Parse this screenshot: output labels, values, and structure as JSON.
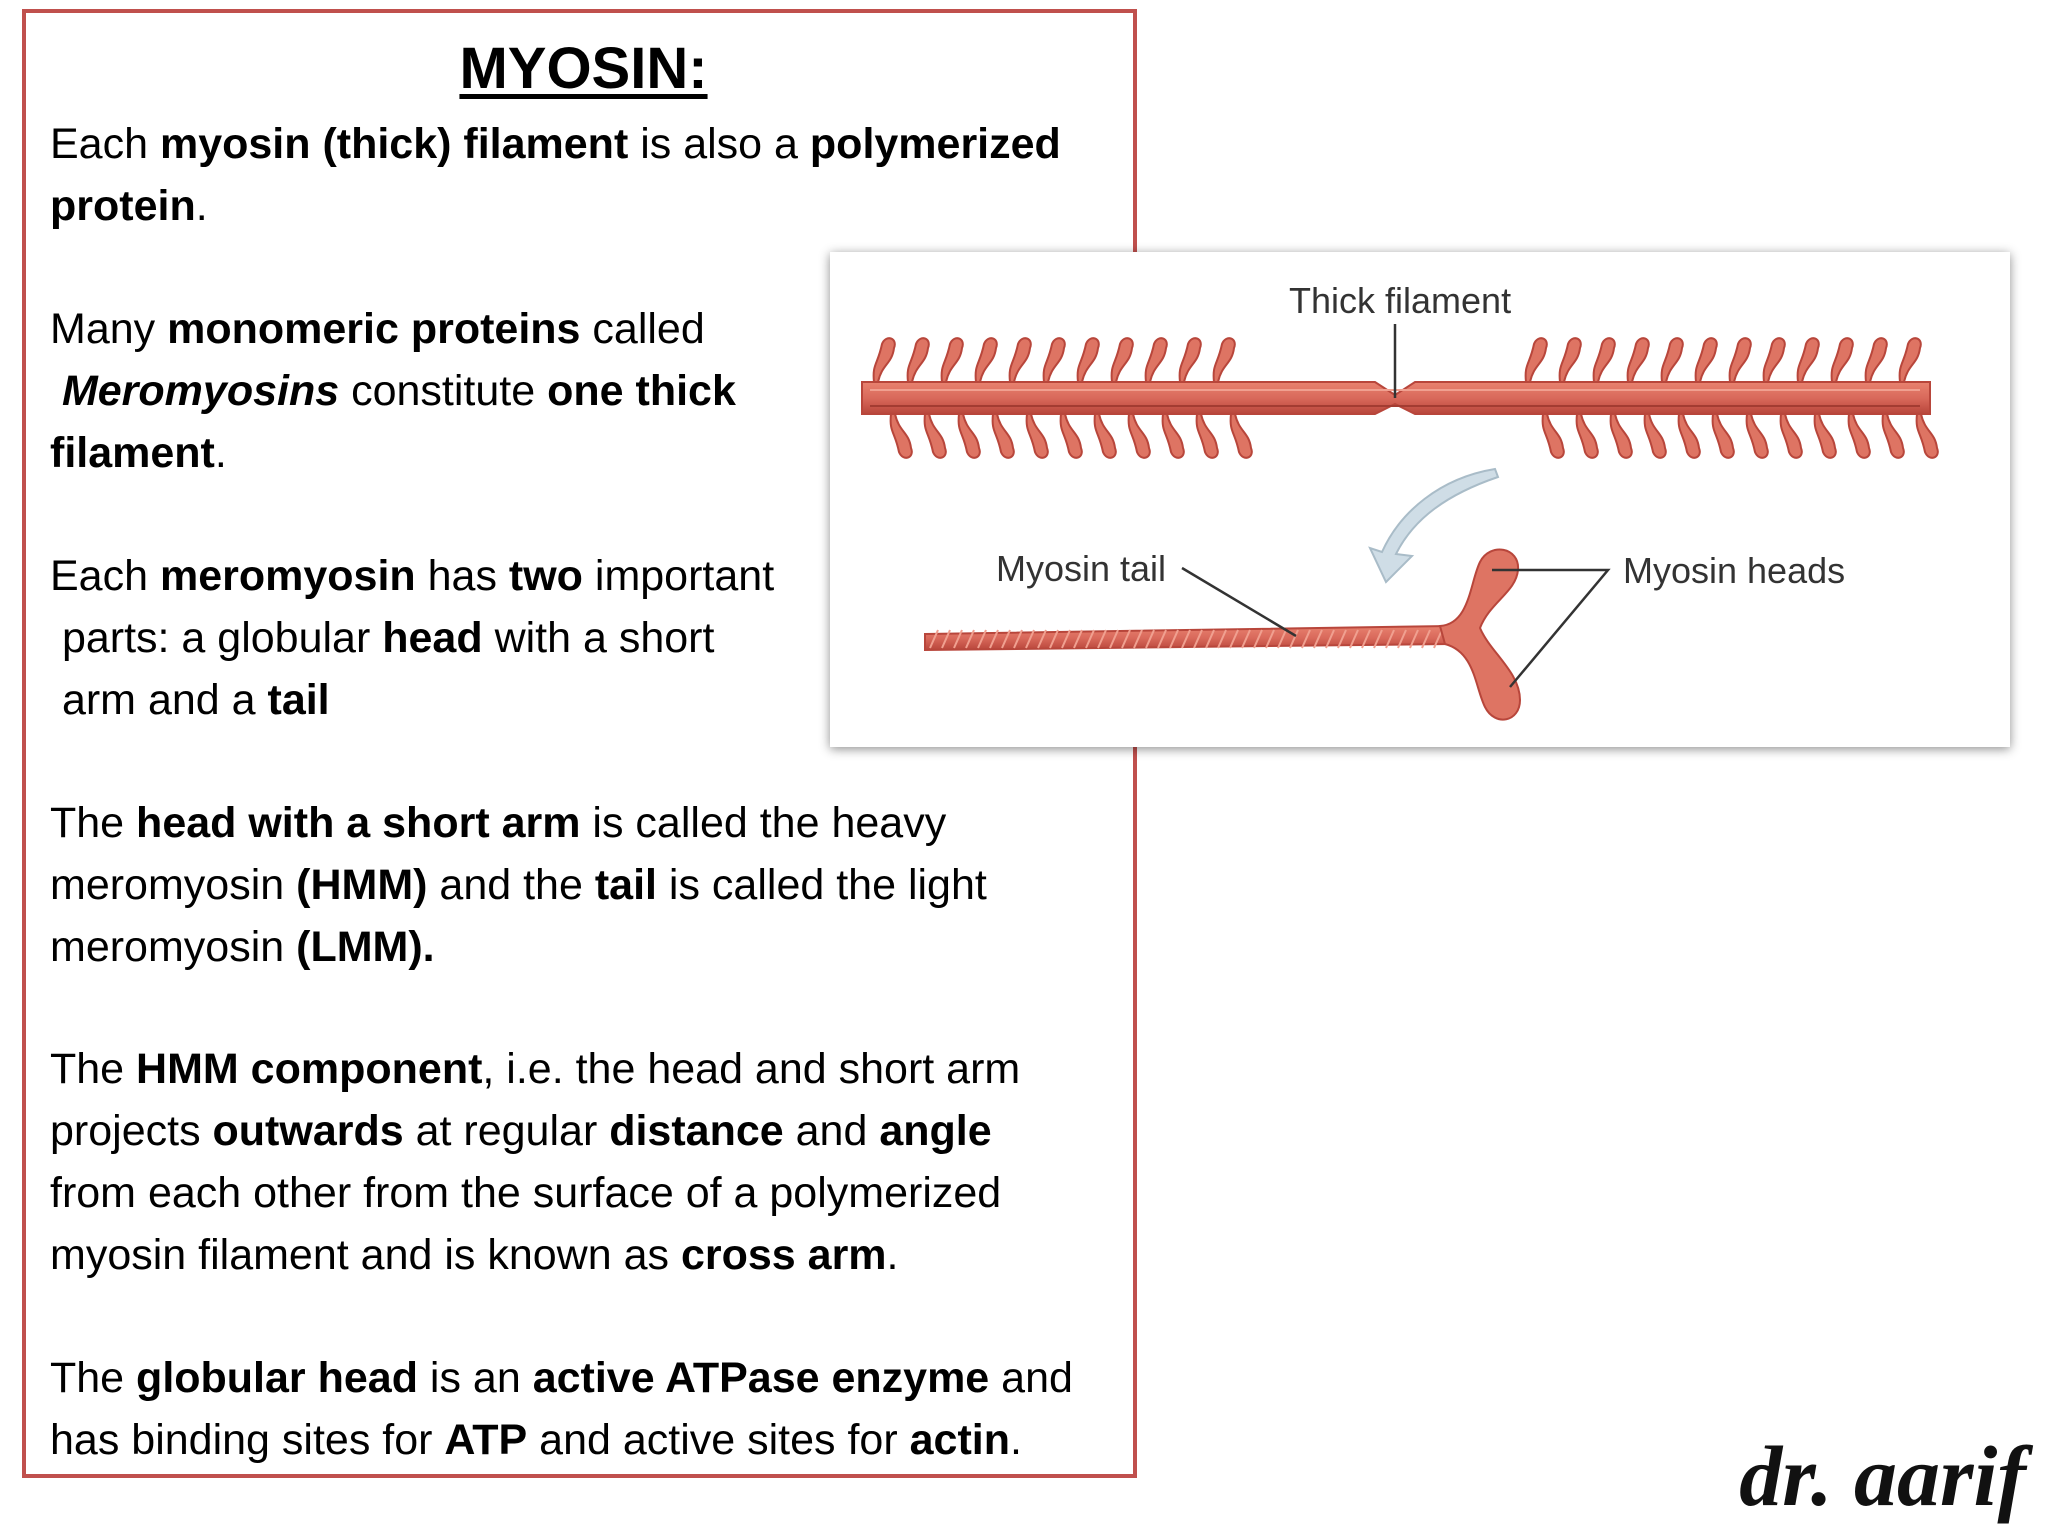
{
  "title": "MYOSIN:",
  "paragraphs": {
    "p1": {
      "l1": {
        "a": "Each ",
        "b": "myosin (thick) filament",
        "c": " is also a ",
        "d": "polymerized"
      },
      "l2": {
        "a": "protein",
        "b": "."
      }
    },
    "p2": {
      "l1": {
        "a": "Many ",
        "b": "monomeric proteins",
        "c": " called"
      },
      "l2": {
        "a": " ",
        "b": "Meromyosins",
        "c": " constitute ",
        "d": "one thick"
      },
      "l3": {
        "a": "filament",
        "b": "."
      }
    },
    "p3": {
      "l1": {
        "a": "Each ",
        "b": "meromyosin",
        "c": " has ",
        "d": "two",
        "e": " important"
      },
      "l2": {
        "a": " parts: a globular ",
        "b": "head",
        "c": " with a short"
      },
      "l3": {
        "a": " arm and a ",
        "b": "tail"
      }
    },
    "p4": {
      "l1": {
        "a": "The ",
        "b": "head with a short arm",
        "c": " is called the heavy"
      },
      "l2": {
        "a": "meromyosin ",
        "b": "(HMM)",
        "c": " and the ",
        "d": "tail",
        "e": " is called the light"
      },
      "l3": {
        "a": "meromyosin ",
        "b": "(LMM)."
      }
    },
    "p5": {
      "l1": {
        "a": "The ",
        "b": "HMM component",
        "c": ", i.e. the head and short arm"
      },
      "l2": {
        "a": "projects ",
        "b": "outwards",
        "c": " at regular ",
        "d": "distance",
        "e": " and ",
        "f": "angle"
      },
      "l3": {
        "a": "from each other from the surface of a polymerized"
      },
      "l4": {
        "a": "myosin filament and is known as ",
        "b": "cross arm",
        "c": "."
      }
    },
    "p6": {
      "l1": {
        "a": "The ",
        "b": "globular head",
        "c": " is an ",
        "d": "active ATPase enzyme",
        "e": " and"
      },
      "l2": {
        "a": "has binding sites for ",
        "b": "ATP",
        "c": " and active sites for ",
        "d": "actin",
        "e": "."
      }
    }
  },
  "figure": {
    "label_thick_filament": "Thick filament",
    "label_myosin_tail": "Myosin tail",
    "label_myosin_heads": "Myosin heads"
  },
  "signature": "dr. aarif",
  "colors": {
    "border": "#c0504d",
    "filament": "#d9695b",
    "filament_dark": "#b8463b",
    "arrow": "#c8d7e0"
  }
}
